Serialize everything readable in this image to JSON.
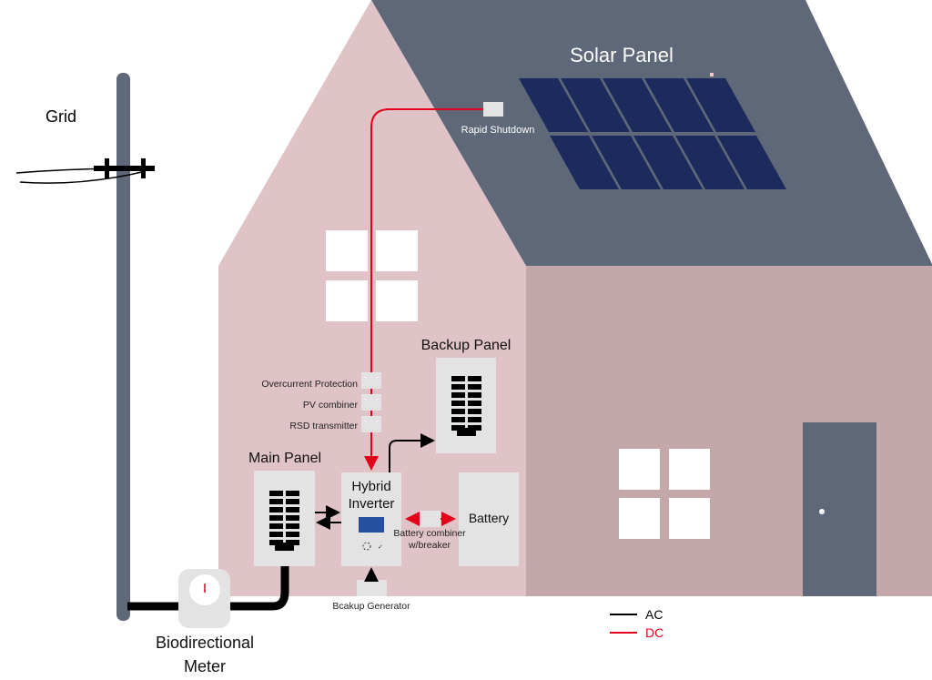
{
  "labels": {
    "grid": "Grid",
    "solar_panel": "Solar Panel",
    "rapid_shutdown": "Rapid Shutdown",
    "overcurrent": "Overcurrent Protection",
    "pv_combiner": "PV combiner",
    "rsd_transmitter": "RSD transmitter",
    "backup_panel": "Backup Panel",
    "main_panel": "Main Panel",
    "inverter_line1": "Hybrid",
    "inverter_line2": "Inverter",
    "battery": "Battery",
    "battery_combiner_line1": "Battery combiner",
    "battery_combiner_line2": "w/breaker",
    "generator": "Bcakup Generator",
    "meter_line1": "Biodirectional",
    "meter_line2": "Meter"
  },
  "legend": [
    {
      "label": "AC",
      "color": "#000000"
    },
    {
      "label": "DC",
      "color": "#e3001b"
    }
  ],
  "colors": {
    "roof": "#5f6878",
    "gable_wall": "#dfc3c6",
    "side_wall": "#c4a7a9",
    "solar_cell": "#1d2a5d",
    "device": "#e3e3e3",
    "dc_line": "#e3001b",
    "ac_line": "#000000",
    "screen": "#2550a0"
  }
}
